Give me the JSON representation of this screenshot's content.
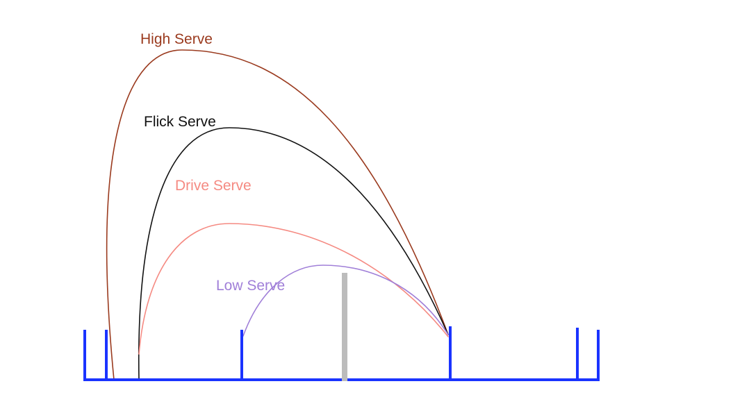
{
  "serves": [
    {
      "id": "high",
      "label": "High Serve",
      "color": "#9a3a1e"
    },
    {
      "id": "flick",
      "label": "Flick Serve",
      "color": "#111111"
    },
    {
      "id": "drive",
      "label": "Drive Serve",
      "color": "#f58a82"
    },
    {
      "id": "low",
      "label": "Low Serve",
      "color": "#a07fd8"
    }
  ],
  "court": {
    "line_color": "#1a33ff",
    "net_color": "#bcbcbc"
  }
}
